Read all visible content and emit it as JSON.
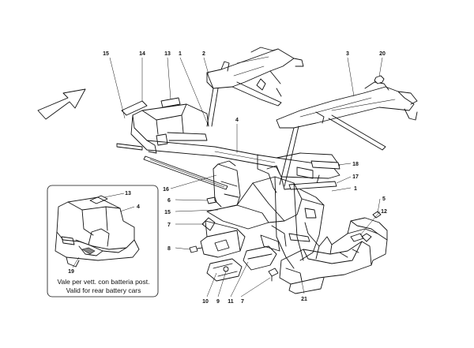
{
  "diagram": {
    "callouts": {
      "c1a": "1",
      "c1b": "1",
      "c2": "2",
      "c3": "3",
      "c4": "4",
      "c5": "5",
      "c6": "6",
      "c7a": "7",
      "c7b": "7",
      "c8": "8",
      "c9": "9",
      "c10": "10",
      "c11": "11",
      "c12": "12",
      "c13": "13",
      "c14": "14",
      "c15a": "15",
      "c15b": "15",
      "c16": "16",
      "c17": "17",
      "c18": "18",
      "c20": "20",
      "c21": "21"
    },
    "inset": {
      "callouts": {
        "c13": "13",
        "c4": "4",
        "c19": "19"
      },
      "caption_it": "Vale per vett. con batteria post.",
      "caption_en": "Valid for rear battery cars"
    },
    "direction_arrow_icon": "direction-arrow-icon"
  }
}
